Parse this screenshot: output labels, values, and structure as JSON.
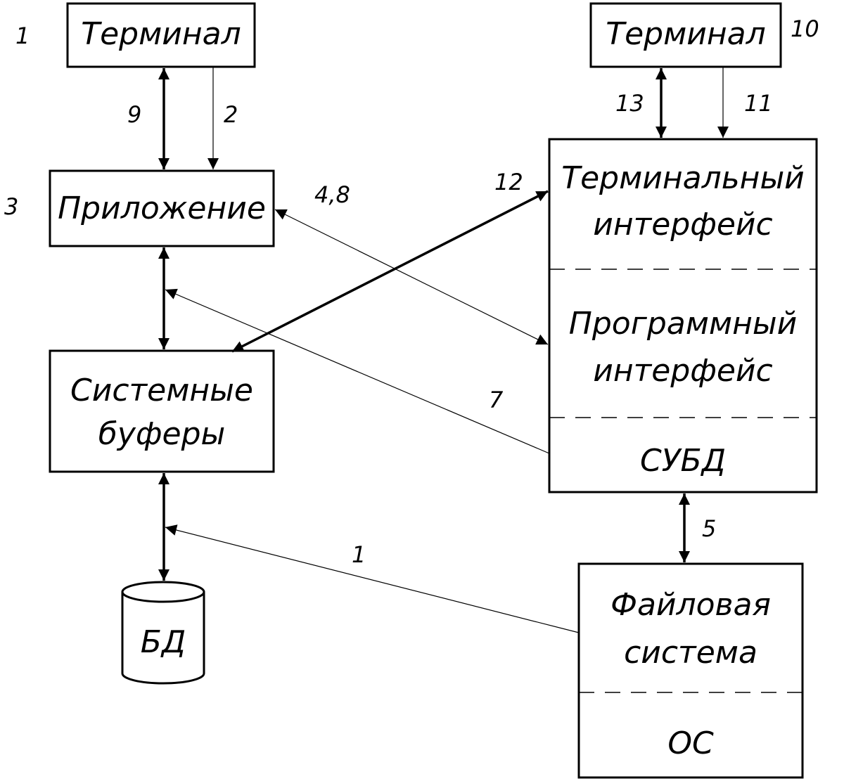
{
  "boxes": {
    "terminal_left": "Терминал",
    "terminal_right": "Терминал",
    "application": "Приложение",
    "system_buffers": [
      "Системные",
      "буферы"
    ],
    "database": "БД",
    "dbms": {
      "terminal_interface": [
        "Терминальный",
        "интерфейс"
      ],
      "program_interface": [
        "Программный",
        "интерфейс"
      ],
      "dbms": "СУБД"
    },
    "file_system": {
      "file_system": [
        "Файловая",
        "система"
      ],
      "os": "ОС"
    }
  },
  "numbers": {
    "n1_terminal": "1",
    "n3_application": "3",
    "n10_terminal": "10",
    "n9": "9",
    "n2": "2",
    "n13": "13",
    "n11": "11",
    "n12": "12",
    "n48": "4,8",
    "n7": "7",
    "n5": "5",
    "n1_fs": "1"
  }
}
